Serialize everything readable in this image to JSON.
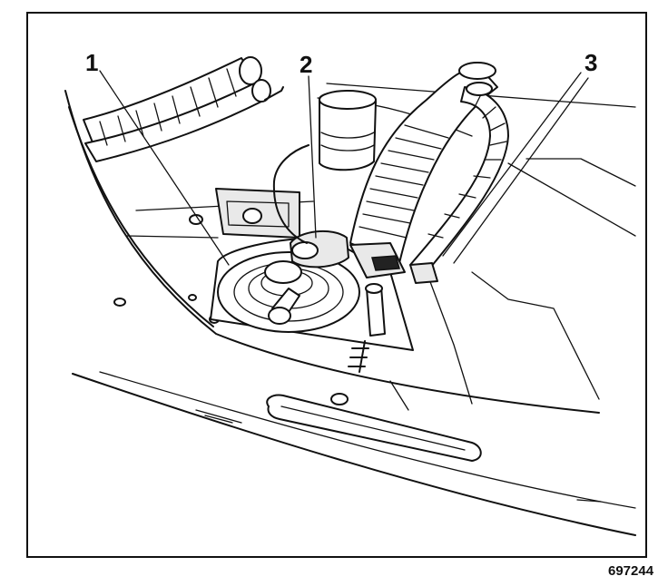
{
  "callouts": [
    {
      "label": "1",
      "part": "fuel-sender-assembly"
    },
    {
      "label": "2",
      "part": "fuel-sender-electrical-connector"
    },
    {
      "label": "3",
      "part": "fuel-pipes-harness"
    }
  ],
  "figure_id": "697244"
}
